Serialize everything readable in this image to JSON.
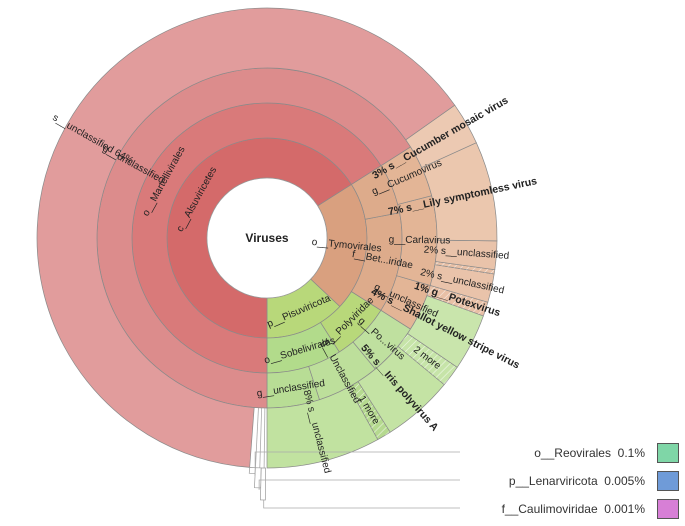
{
  "chart_data": {
    "type": "sunburst",
    "title": "",
    "center_label": "Viruses",
    "rings": [
      {
        "level": 1,
        "segments": [
          {
            "label": "p__Pisuviricota",
            "color": "#b8d87a",
            "start": 0.0,
            "end": 0.13,
            "rot": "tan"
          },
          {
            "label": "o__Tymovirales",
            "color": "#d9a07f",
            "start": 0.13,
            "end": 0.34,
            "rot": "rad"
          },
          {
            "label": "c__Alsuviricetes",
            "color": "#d46a6a",
            "start": 0.34,
            "end": 1.0,
            "rot": "tan"
          }
        ]
      },
      {
        "level": 2,
        "segments": [
          {
            "label": "o__Sobelivirales",
            "color": "#b2db8b",
            "start": 0.0,
            "end": 0.09,
            "rot": "tan"
          },
          {
            "label": "f__Polyviridae",
            "color": "#b8d87a",
            "start": 0.09,
            "end": 0.16,
            "rot": "tan"
          },
          {
            "label": "f__Bet...iridae",
            "color": "#ddab8b",
            "start": 0.16,
            "end": 0.28,
            "rot": "rad"
          },
          {
            "label": "",
            "color": "#ddab8b",
            "start": 0.28,
            "end": 0.34,
            "rot": "rad"
          },
          {
            "label": "o__Martellivirales",
            "color": "#d97a7a",
            "start": 0.34,
            "end": 1.0,
            "rot": "tan"
          }
        ]
      },
      {
        "level": 3,
        "segments": [
          {
            "label": "g__unclassified",
            "color": "#b8dd95",
            "start": 0.0,
            "end": 0.05,
            "rot": "tan"
          },
          {
            "label": "g__Unclassified",
            "color": "#bddf9b",
            "start": 0.05,
            "end": 0.11,
            "rot": "rad"
          },
          {
            "label": "g__Po...virus",
            "color": "#bfe09f",
            "start": 0.11,
            "end": 0.16,
            "rot": "rad"
          },
          {
            "label": "g__unclassified",
            "color": "#e3b596",
            "start": 0.16,
            "end": 0.205,
            "rot": "rad"
          },
          {
            "label": "g__Carlavirus",
            "color": "#e3b596",
            "start": 0.205,
            "end": 0.29,
            "rot": "rad"
          },
          {
            "label": "g__Cucumovirus",
            "color": "#e3b596",
            "start": 0.29,
            "end": 0.34,
            "rot": "rad"
          },
          {
            "label": "g__unclassified",
            "color": "#dc8c8c",
            "start": 0.34,
            "end": 1.0,
            "rot": "rad"
          }
        ]
      },
      {
        "level": 4,
        "segments": [
          {
            "label": "8%  s__unclassified",
            "color": "#c1e2a0",
            "start": 0.0,
            "end": 0.08,
            "rot": "rad"
          },
          {
            "label": "1 more",
            "color": "#b5d98f",
            "start": 0.08,
            "end": 0.09,
            "rot": "rad",
            "hatch": true
          },
          {
            "label": "5%  s__Iris polyvirus A",
            "color": "#c4e3a4",
            "start": 0.09,
            "end": 0.14,
            "rot": "rad",
            "bold": true
          },
          {
            "label": "2 more",
            "color": "#c6e4a8",
            "start": 0.14,
            "end": 0.155,
            "rot": "rad",
            "hatch": true
          },
          {
            "label": "4%  s__Shallot yellow stripe virus",
            "color": "#c9e5ac",
            "start": 0.155,
            "end": 0.195,
            "rot": "rad",
            "bold": true
          },
          {
            "label": "1%  g__Potexvirus",
            "color": "#e8c0a6",
            "start": 0.195,
            "end": 0.205,
            "rot": "rad",
            "bold": true,
            "hatch": true
          },
          {
            "label": "2%  s__unclassified",
            "color": "#e9c3aa",
            "start": 0.205,
            "end": 0.225,
            "rot": "rad"
          },
          {
            "label": "",
            "color": "#e8c0a6",
            "start": 0.225,
            "end": 0.228,
            "rot": "rad",
            "hatch": true
          },
          {
            "label": "2%  s__unclassified",
            "color": "#e9c3aa",
            "start": 0.228,
            "end": 0.248,
            "rot": "rad"
          },
          {
            "label": "7%  s__Lily symptomless virus",
            "color": "#ebc7ae",
            "start": 0.248,
            "end": 0.318,
            "rot": "rad",
            "bold": true
          },
          {
            "label": "3%  s__Cucumber mosaic virus",
            "color": "#ecc9b2",
            "start": 0.318,
            "end": 0.348,
            "rot": "rad",
            "bold": true
          },
          {
            "label": "s__unclassified  64%",
            "color": "#e19c9c",
            "start": 0.348,
            "end": 0.988,
            "rot": "rad"
          }
        ]
      }
    ],
    "hidden": [
      {
        "label": "o__Reovirales",
        "value": "0.1%",
        "color": "#7fd6a7"
      },
      {
        "label": "p__Lenarviricota",
        "value": "0.005%",
        "color": "#6f9bd8"
      },
      {
        "label": "f__Caulimoviridae",
        "value": "0.001%",
        "color": "#d77fd6"
      }
    ]
  }
}
